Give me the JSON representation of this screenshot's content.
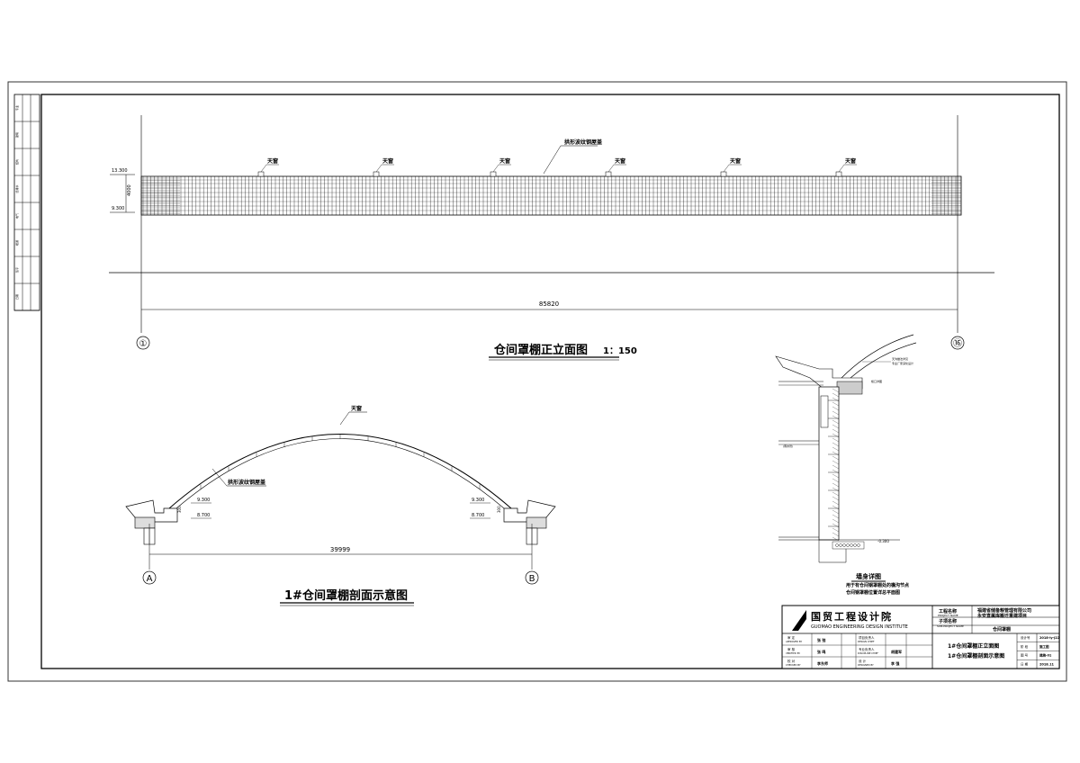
{
  "elevation": {
    "title": "仓间罩棚正立面图",
    "scale": "1：150",
    "roof_label": "拱形波纹钢屋盖",
    "skylight_label": "天窗",
    "level_top": "13.300",
    "level_bottom": "9.300",
    "height_dim": "4000",
    "span_dim": "85820",
    "axis_left": "①",
    "axis_right": "⑯"
  },
  "section": {
    "title": "1#仓间罩棚剖面示意图",
    "skylight_label": "天窗",
    "roof_label": "拱形波纹钢屋盖",
    "level_upper": "9.300",
    "level_lower": "8.700",
    "small_dim": "300",
    "span_dim": "39999",
    "axis_left": "A",
    "axis_right": "B"
  },
  "wall_detail": {
    "title": "墙身详图",
    "note_line1": "用于有仓间钢罩棚处的檐沟节点",
    "note_line2": "仓间钢罩棚位置详总平面图",
    "level_label": "-0.300",
    "labels": [
      "天沟做法详见",
      "专业厂家深化设计",
      "檐口详图",
      "(雨水管)"
    ]
  },
  "title_block": {
    "institute_cn": "国贸工程设计院",
    "institute_en": "GUOMAO ENGINEERING DESIGN INSTITUTE",
    "project_name_label": "工程名称",
    "project_name_en": "PROJECT NAME",
    "project_name_line1": "福建省储备粮管理有限公司",
    "project_name_line2": "永安直属库搬迁重建项目",
    "subproject_label": "子项名称",
    "subproject_en": "SUB-PROJECT NAME",
    "subproject": "仓间罩棚",
    "drawing_title_line1": "1#仓间罩棚正立面图",
    "drawing_title_line2": "1#仓间罩棚剖面示意图",
    "roles": [
      {
        "cn": "审 定",
        "en": "APPROVED BY",
        "name": "张 弛"
      },
      {
        "cn": "审 核",
        "en": "VERIFIED BY",
        "name": "张 鸣"
      },
      {
        "cn": "校 对",
        "en": "CHECKED BY",
        "name": "李东师"
      }
    ],
    "roles2": [
      {
        "cn": "项目负责人",
        "en": "DESIGN CHIEF",
        "name": ""
      },
      {
        "cn": "专业负责人",
        "en": "DISCIPLINE CHIEF",
        "name": "胡建军"
      },
      {
        "cn": "设 计",
        "en": "DESIGNED BY",
        "name": "李 强"
      }
    ],
    "meta": [
      {
        "label": "设计号",
        "value": "2018-ly-J22"
      },
      {
        "label": "阶 段",
        "value": "施工图"
      },
      {
        "label": "图 号",
        "value": "建施-01"
      },
      {
        "label": "日 期",
        "value": "2018.11"
      }
    ]
  },
  "revision_strip": {
    "rows": [
      "专业",
      "建筑",
      "结构",
      "给排水",
      "电气",
      "暖通",
      "签字",
      "日期"
    ]
  }
}
